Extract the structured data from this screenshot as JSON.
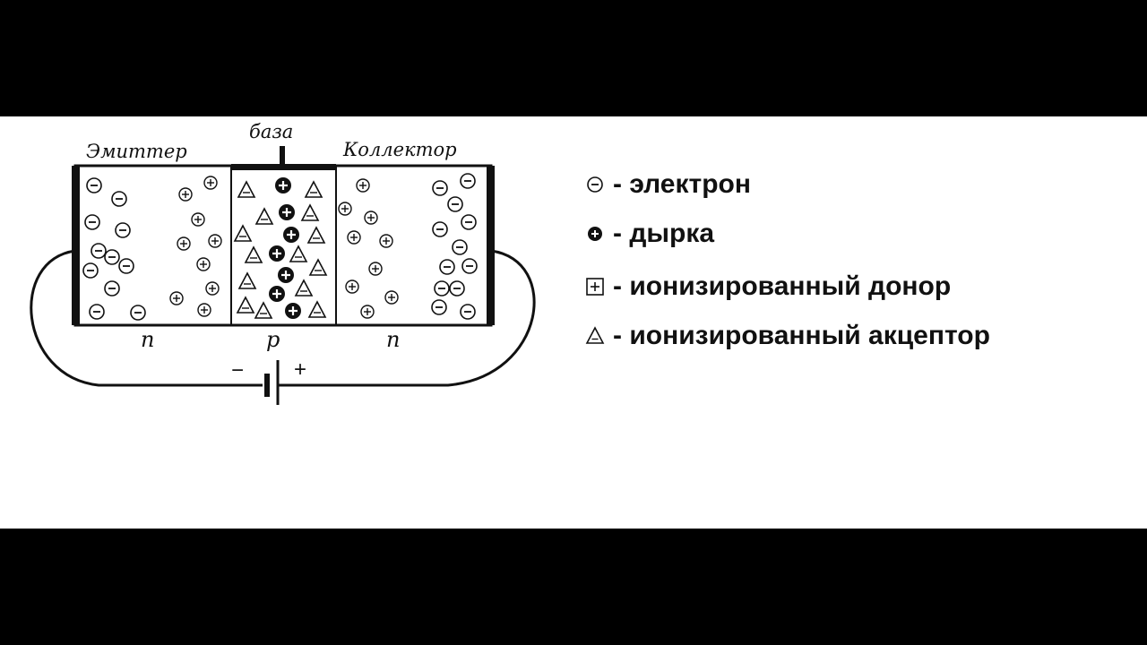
{
  "diagram": {
    "emitter_label": "Эмиттер",
    "base_label": "база",
    "collector_label": "Коллектор",
    "emitter_type": "n",
    "base_type": "p",
    "collector_type": "n",
    "battery_minus": "−",
    "battery_plus": "+"
  },
  "legend": [
    {
      "symbol": "electron-icon",
      "text": "- электрон"
    },
    {
      "symbol": "hole-icon",
      "text": "- дырка"
    },
    {
      "symbol": "ionized-donor-icon",
      "text": "- ионизированный донор"
    },
    {
      "symbol": "ionized-acceptor-icon",
      "text": "- ионизированный акцептор"
    }
  ]
}
